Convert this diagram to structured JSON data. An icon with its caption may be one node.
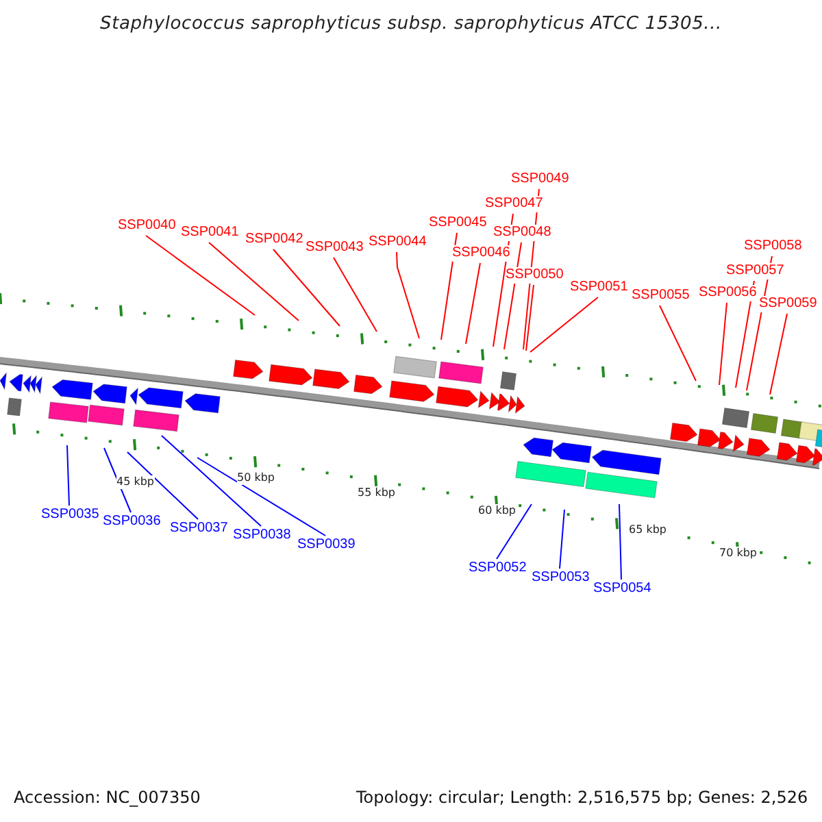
{
  "diagram": {
    "title": "Staphylococcus saprophyticus subsp. saprophyticus ATCC 15305...",
    "nodes": [
      {
        "text": [
          "SSP0035"
        ]
      },
      {
        "text": [
          "SSP0036"
        ]
      },
      {
        "text": [
          "SSP0037"
        ]
      },
      {
        "text": [
          "SSP0038"
        ]
      },
      {
        "text": [
          "SSP0039"
        ]
      },
      {
        "text": [
          "SSP0040"
        ]
      },
      {
        "text": [
          "SSP0041"
        ]
      },
      {
        "text": [
          "SSP0042"
        ]
      },
      {
        "text": [
          "SSP0043"
        ]
      },
      {
        "text": [
          "SSP0044"
        ]
      },
      {
        "text": [
          "SSP0045"
        ]
      },
      {
        "text": [
          "SSP0046"
        ]
      },
      {
        "text": [
          "SSP0047"
        ]
      },
      {
        "text": [
          "SSP0048"
        ]
      },
      {
        "text": [
          "SSP0049"
        ]
      },
      {
        "text": [
          "SSP0050"
        ]
      },
      {
        "text": [
          "SSP0051"
        ]
      },
      {
        "text": [
          "SSP0052"
        ]
      },
      {
        "text": [
          "SSP0053"
        ]
      },
      {
        "text": [
          "SSP0054"
        ]
      },
      {
        "text": [
          "SSP0055"
        ]
      },
      {
        "text": [
          "SSP0056"
        ]
      },
      {
        "text": [
          "SSP0057"
        ]
      },
      {
        "text": [
          "SSP0058"
        ]
      },
      {
        "text": [
          "SSP0059"
        ]
      }
    ],
    "edges": [
      {
        "from": 0,
        "to": null,
        "arrow": "none",
        "color": "#0000ff"
      },
      {
        "from": 1,
        "to": null,
        "arrow": "none",
        "color": "#0000ff"
      },
      {
        "from": 2,
        "to": null,
        "arrow": "none",
        "color": "#0000ff"
      },
      {
        "from": 3,
        "to": null,
        "arrow": "none",
        "color": "#0000ff"
      },
      {
        "from": 4,
        "to": null,
        "arrow": "none",
        "color": "#0000ff"
      },
      {
        "from": 5,
        "to": null,
        "arrow": "none"
      },
      {
        "from": 6,
        "to": null,
        "arrow": "none"
      },
      {
        "from": 7,
        "to": null,
        "arrow": "none"
      },
      {
        "from": 8,
        "to": null,
        "arrow": "none"
      },
      {
        "from": 9,
        "to": null,
        "arrow": "none"
      },
      {
        "from": 10,
        "to": null,
        "arrow": "none"
      },
      {
        "from": 11,
        "to": null,
        "arrow": "none"
      },
      {
        "from": 12,
        "to": null,
        "arrow": "none"
      },
      {
        "from": 13,
        "to": null,
        "arrow": "none"
      },
      {
        "from": 14,
        "to": null,
        "arrow": "none"
      },
      {
        "from": 15,
        "to": null,
        "arrow": "none"
      },
      {
        "from": 16,
        "to": null,
        "arrow": "none"
      },
      {
        "from": 17,
        "to": null,
        "arrow": "none",
        "color": "#0000ff"
      },
      {
        "from": 18,
        "to": null,
        "arrow": "none",
        "color": "#0000ff"
      },
      {
        "from": 19,
        "to": null,
        "arrow": "none",
        "color": "#0000ff"
      },
      {
        "from": 20,
        "to": null,
        "arrow": "none"
      },
      {
        "from": 21,
        "to": null,
        "arrow": "none"
      },
      {
        "from": 22,
        "to": null,
        "arrow": "none"
      },
      {
        "from": 23,
        "to": null,
        "arrow": "none"
      },
      {
        "from": 24,
        "to": null,
        "arrow": "none"
      }
    ],
    "labels": [
      "45 kbp",
      "50 kbp",
      "55 kbp",
      "60 kbp",
      "65 kbp",
      "70 kbp",
      "Accession: NC_007350",
      "Topology: circular; Length: 2,516,575 bp; Genes: 2,526"
    ]
  }
}
